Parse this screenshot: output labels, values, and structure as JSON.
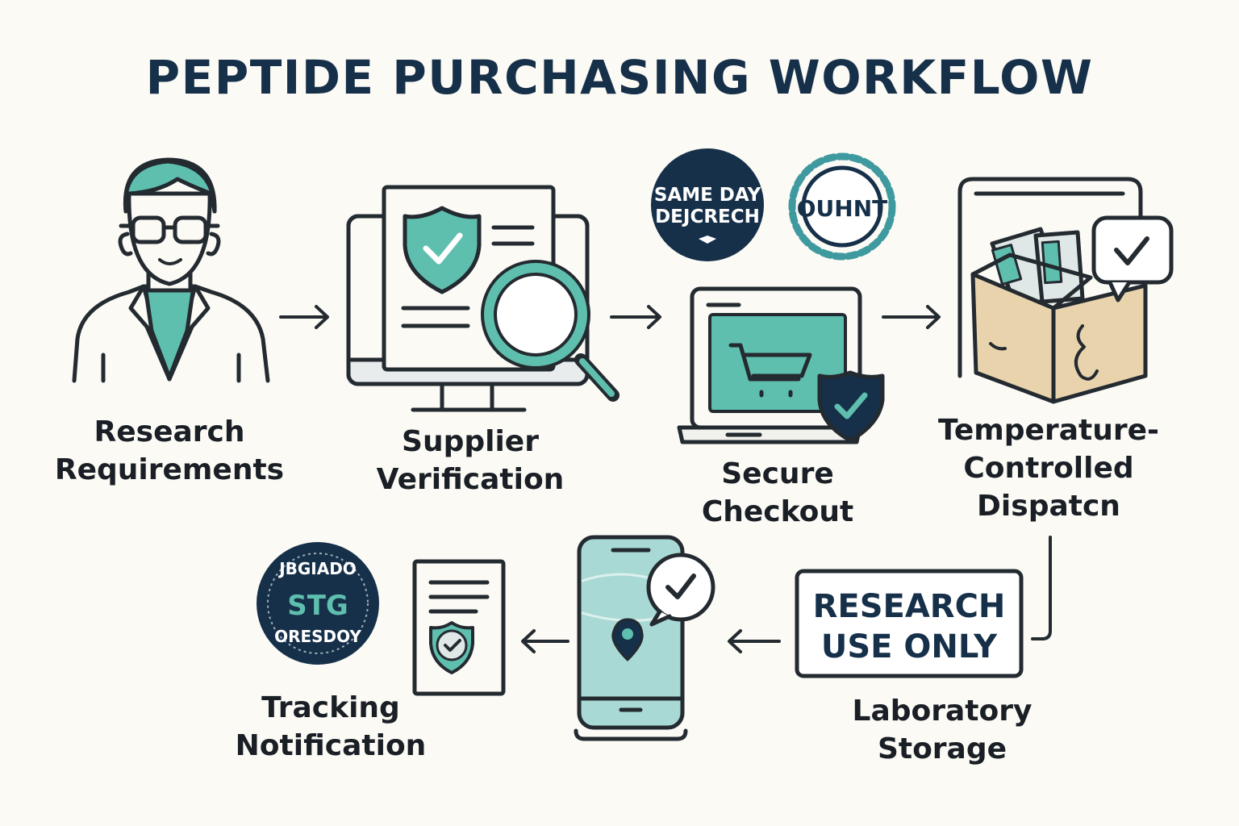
{
  "title": "PEPTIDE PURCHASING WORKFLOW",
  "steps": [
    {
      "line1": "Research",
      "line2": "Requirements"
    },
    {
      "line1": "Supplier",
      "line2": "Verification"
    },
    {
      "line1": "Secure",
      "line2": "Checkout"
    },
    {
      "line1": "Temperature-",
      "line2": "Controlled",
      "line3": "Dispatcn"
    },
    {
      "line1": "Laboratory",
      "line2": "Storage"
    },
    {
      "line1": "Tracking",
      "line2": "Notification"
    }
  ],
  "badges": {
    "same_day": {
      "line1": "SAME DAY",
      "line2": "DEJCRECH"
    },
    "seal": "OUHNT",
    "research_use": {
      "line1": "RESEARCH",
      "line2": "USE ONLY"
    },
    "tracking_seal": {
      "top": "JBGIADO",
      "center": "STG",
      "bottom": "ORESDOY"
    }
  },
  "colors": {
    "navy": "#16304a",
    "teal": "#5fbfae",
    "box": "#e8d3ad",
    "stroke": "#232a30"
  }
}
